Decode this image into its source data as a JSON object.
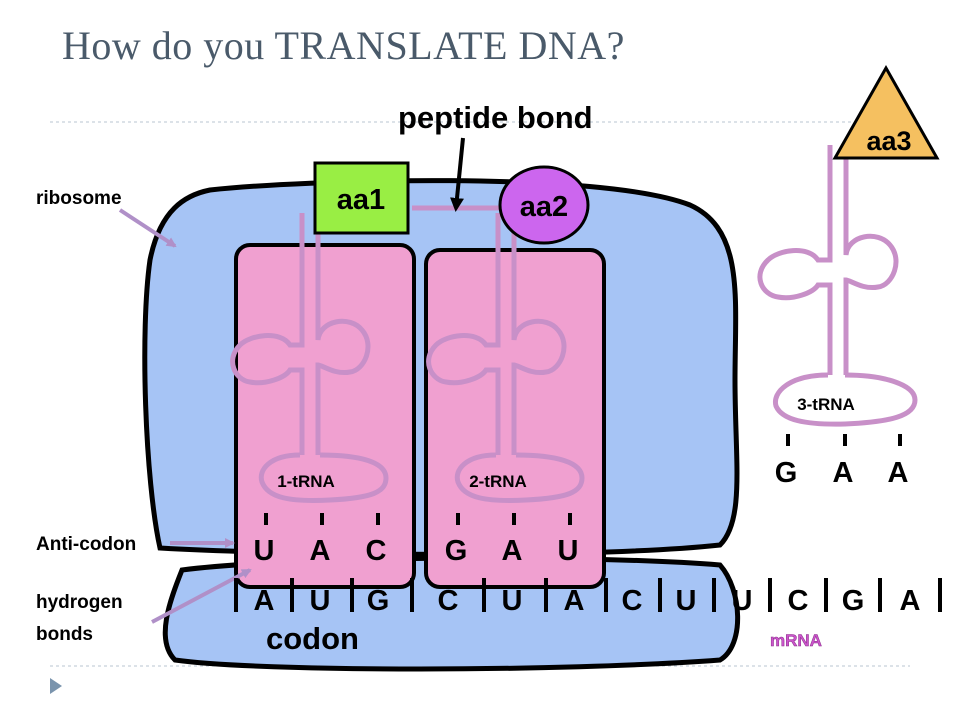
{
  "title": "How do you TRANSLATE DNA?",
  "labels": {
    "peptide_bond": "peptide bond",
    "ribosome": "ribosome",
    "anticodon": "Anti-codon",
    "hydrogen_line1": "hydrogen",
    "hydrogen_line2": "bonds",
    "codon": "codon",
    "mrna": "mRNA"
  },
  "amino_acids": [
    "aa1",
    "aa2",
    "aa3"
  ],
  "trnas": [
    {
      "name": "1-tRNA",
      "anticodon": [
        "U",
        "A",
        "C"
      ]
    },
    {
      "name": "2-tRNA",
      "anticodon": [
        "G",
        "A",
        "U"
      ]
    },
    {
      "name": "3-tRNA",
      "anticodon": [
        "G",
        "A",
        "A"
      ]
    }
  ],
  "mrna_bases": [
    "A",
    "U",
    "G",
    "C",
    "U",
    "A",
    "C",
    "U",
    "U",
    "C",
    "G",
    "A"
  ],
  "colors": {
    "ribosome": "#a6c4f5",
    "trna_box": "#f0a0d0",
    "trna_outline": "#c890c8",
    "aa1": "#99ee44",
    "aa2": "#cc66ee",
    "aa3": "#f5c060",
    "mrna_label": "#cc55cc",
    "arrow": "#b090c8"
  }
}
